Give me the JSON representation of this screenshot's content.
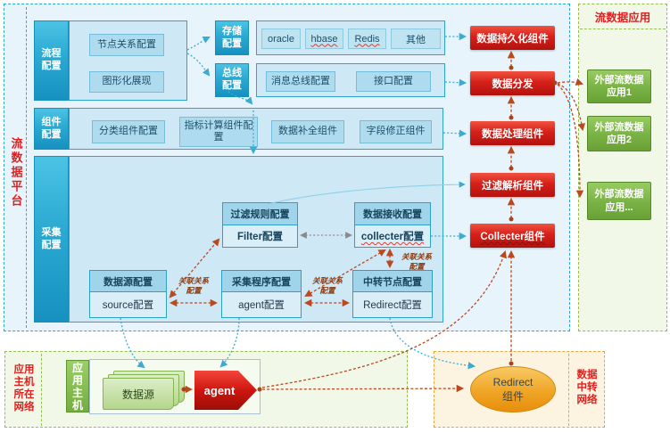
{
  "colors": {
    "platform_border": "#2ba9d4",
    "blue_header": "#1f9fca",
    "red_box": "#cf1510",
    "green_box": "#74ad3f",
    "orange_border": "#e9a83f",
    "title_red": "#e01f1f",
    "arrow_cyan": "#3aabd2",
    "arrow_brown": "#b9491f"
  },
  "platform": {
    "title": "流数据平台",
    "rows": {
      "process": {
        "header": "流程配置",
        "items": [
          "节点关系配置",
          "图形化展现"
        ]
      },
      "storage": {
        "header": "存储配置",
        "items": [
          "oracle",
          "hbase",
          "Redis",
          "其他"
        ]
      },
      "bus": {
        "header": "总线配置",
        "items": [
          "消息总线配置",
          "接口配置"
        ]
      },
      "component": {
        "header": "组件配置",
        "items": [
          "分类组件配置",
          "指标计算组件配置",
          "数据补全组件",
          "字段修正组件"
        ]
      },
      "collect": {
        "header": "采集配置",
        "boxes": {
          "filter_rule": {
            "title": "过滤规则配置",
            "sub": "Filter配置"
          },
          "data_receive": {
            "title": "数据接收配置",
            "sub": "collecter配置"
          },
          "data_source": {
            "title": "数据源配置",
            "sub": "source配置"
          },
          "collect_program": {
            "title": "采集程序配置",
            "sub": "agent配置"
          },
          "transfer_node": {
            "title": "中转节点配置",
            "sub": "Redirect配置"
          }
        },
        "assoc_label": {
          "line1": "关联关系",
          "line2": "配置"
        }
      }
    },
    "components": {
      "persistence": "数据持久化组件",
      "distribution": "数据分发",
      "processing": "数据处理组件",
      "filter_parse": "过滤解析组件",
      "collecter": "Collecter组件"
    }
  },
  "apps_panel": {
    "title": "流数据应用",
    "apps": [
      {
        "line1": "外部流数据",
        "line2": "应用1"
      },
      {
        "line1": "外部流数据",
        "line2": "应用2"
      },
      {
        "line1": "外部流数据",
        "line2": "应用..."
      }
    ]
  },
  "host_network": {
    "label": {
      "line1": "应用",
      "line2": "主机",
      "line3": "所在",
      "line4": "网络"
    },
    "host_label": {
      "line1": "应",
      "line2": "用",
      "line3": "主",
      "line4": "机"
    },
    "data_source_label": "数据源",
    "agent_label": "agent"
  },
  "transfer_network": {
    "label": {
      "line1": "数据",
      "line2": "中转",
      "line3": "网络"
    },
    "redirect": {
      "line1": "Redirect",
      "line2": "组件"
    }
  }
}
